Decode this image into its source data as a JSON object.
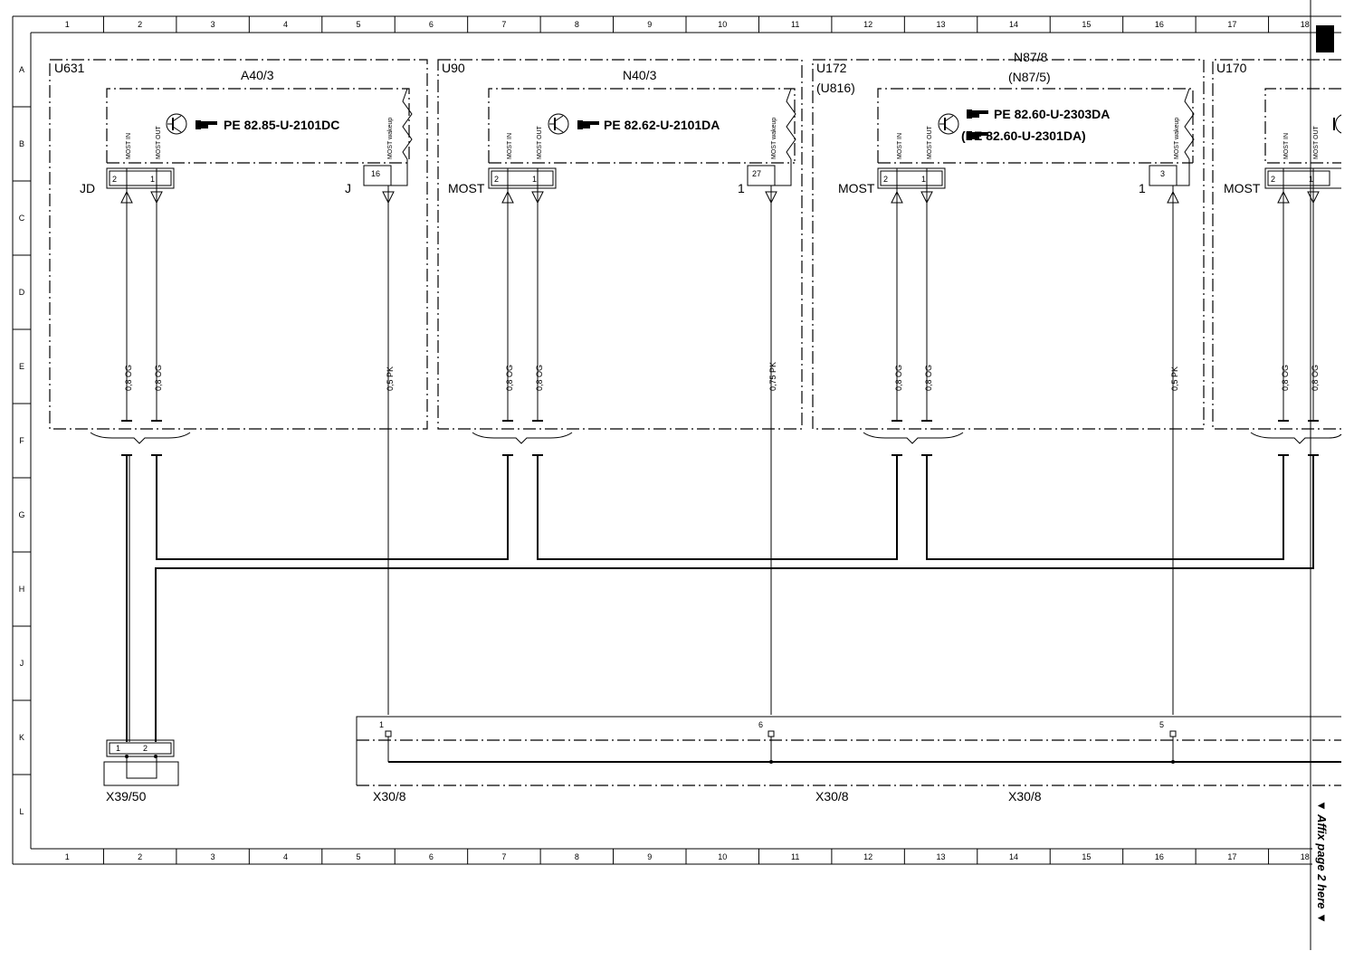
{
  "frame": {
    "columns": [
      "1",
      "2",
      "3",
      "4",
      "5",
      "6",
      "7",
      "8",
      "9",
      "10",
      "11",
      "12",
      "13",
      "14",
      "15",
      "16",
      "17",
      "18"
    ],
    "rows": [
      "A",
      "B",
      "C",
      "D",
      "E",
      "F",
      "G",
      "H",
      "J",
      "K",
      "L"
    ]
  },
  "modules": [
    {
      "ref": "U631",
      "name": "A40/3",
      "name2": "",
      "left_label": "JD",
      "right_label": "J",
      "pin_wake": "16",
      "pe_ref": "PE 82.85-U-2101DC",
      "pe_ref2": ""
    },
    {
      "ref": "U90",
      "name": "N40/3",
      "name2": "",
      "left_label": "MOST",
      "right_label": "1",
      "pin_wake": "27",
      "pe_ref": "PE 82.62-U-2101DA",
      "pe_ref2": ""
    },
    {
      "ref": "U172",
      "ref2": "(U816)",
      "name": "N87/8",
      "name2": "(N87/5)",
      "left_label": "MOST",
      "right_label": "1",
      "pin_wake": "3",
      "pe_ref": "PE 82.60-U-2303DA",
      "pe_ref2": "(PE 82.60-U-2301DA)"
    },
    {
      "ref": "U170",
      "name": "",
      "name2": "",
      "left_label": "MOST",
      "right_label": "",
      "pin_wake": "",
      "pe_ref": "",
      "pe_ref2": ""
    }
  ],
  "pins": {
    "p2": "2",
    "p1": "1"
  },
  "signals": {
    "most_in": "MOST IN",
    "most_out": "MOST OUT",
    "most_wakeup": "MOST wakeup"
  },
  "wires": {
    "og": "0,8 OG",
    "pk1": "0,5 PK",
    "pk2": "0,75 PK",
    "pk3": "0,5 PK"
  },
  "connectors": {
    "x39": {
      "ref": "X39/50",
      "pin1": "1",
      "pin2": "2"
    },
    "x30": {
      "ref1": "X30/8",
      "ref2": "X30/8",
      "ref3": "X30/8",
      "pin_a": "1",
      "pin_b": "6",
      "pin_c": "5"
    }
  },
  "side_note": "▼ Affix page 2 here ▼"
}
